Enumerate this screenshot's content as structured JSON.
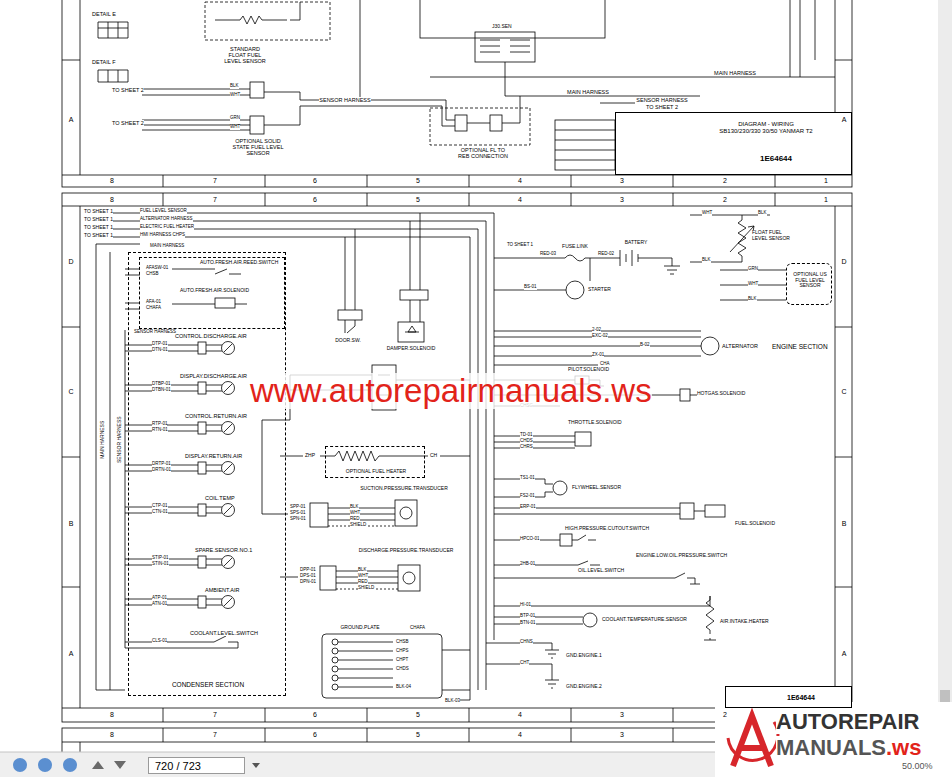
{
  "diagram": {
    "nodes": [
      {
        "text": [
          "DIAGRAM - WIRING SB130/230/330 30/50 YANMAR T2",
          "1E64644"
        ]
      },
      {
        "text": [
          "CONDENSER SECTION"
        ]
      },
      {
        "text": [
          "AUTO.FRESH.AIR.REED.SWITCH",
          "AUTO.FRESH.AIR.SOLENOID"
        ],
        "in": 1
      },
      {
        "text": [
          "OPTIONAL US FUEL LEVEL SENSOR"
        ]
      },
      {
        "text": [
          "OPTIONAL FUEL HEATER"
        ]
      },
      {
        "text": [
          "1E64644"
        ]
      },
      {
        "text": [
          "720 / 723"
        ]
      }
    ],
    "labels": [
      "8",
      "7",
      "6",
      "5",
      "4",
      "3",
      "2",
      "1",
      "A",
      "A",
      "DETAIL E",
      "DETAIL F",
      "STANDARD FLOAT FUEL LEVEL SENSOR",
      "TO SHEET 2",
      "BLK",
      "WHT",
      "SENSOR HARNESS",
      "TO SHEET 2",
      "GRN",
      "WHT",
      "OPTIONAL SOLID STATE FUEL LEVEL SENSOR",
      "OPTIONAL FL TO REB CONNECTION",
      "J30.SEN",
      "MAIN HARNESS",
      "MAIN HARNESS",
      "SENSOR HARNESS",
      "TO SHEET 2",
      "8",
      "7",
      "6",
      "5",
      "4",
      "3",
      "2",
      "1",
      "8",
      "7",
      "6",
      "5",
      "4",
      "3",
      "2",
      "1",
      "D",
      "C",
      "B",
      "A",
      "D",
      "C",
      "B",
      "A",
      "TO SHEET 1",
      "TO SHEET 1",
      "TO SHEET 1",
      "TO SHEET 1",
      "FUEL LEVEL SENSOR",
      "ALTERNATOR HARNESS",
      "ELECTRIC FUEL HEATER",
      "HMI HARNESS CHPS",
      "MAIN HARNESS",
      "MAIN HARNESS",
      "SENSOR HARNESS",
      "AFASW-01",
      "CHSB",
      "AFA-01",
      "CHAFA",
      "SENSOR HARNESS",
      "CONTROL.DISCHARGE.AIR",
      "DTP-01",
      "DTN-01",
      "DISPLAY.DISCHARGE.AIR",
      "DTBP-01",
      "DTBN-01",
      "CONTROL.RETURN.AIR",
      "RTP-01",
      "RTN-01",
      "DISPLAY.RETURN.AIR",
      "DRTP-01",
      "DRTN-01",
      "COIL.TEMP",
      "CTP-01",
      "CTN-01",
      "SPARE.SENSOR.NO.1",
      "STIP-01",
      "STIN-01",
      "AMBIENT.AIR",
      "ATP-01",
      "ATN-01",
      "COOLANT.LEVEL.SWITCH",
      "CLS-01",
      "DOOR.SW.",
      "DAMPER.SOLENOID",
      "ZHP",
      "CH",
      "SUCTION.PRESSURE.TRANSDUCER",
      "SPP-01",
      "SPS-01",
      "SPN-01",
      "BLK",
      "WHT",
      "RED",
      "SHIELD",
      "DISCHARGE.PRESSURE.TRANSDUCER",
      "DPP-01",
      "DPS-01",
      "DPN-01",
      "BLK",
      "WHT",
      "RED",
      "SHIELD",
      "GROUND.PLATE",
      "CHAFA",
      "CHSB",
      "CHPS",
      "CHPT",
      "CHDS",
      "BLK-04",
      "BLK-03",
      "TO SHEET 1",
      "RED-03",
      "FUSE.LINK",
      "RED-02",
      "BATTERY",
      "BS-01",
      "STARTER",
      "WHT",
      "BLK",
      "FLOAT FUEL LEVEL SENSOR",
      "BLK",
      "GRN",
      "WHT",
      "BLK",
      "2-02",
      "EXC-02",
      "B-02",
      "ZX-01",
      "CHA",
      "ALTERNATOR",
      "ENGINE SECTION",
      "PILOT.SOLENOID",
      "HOTGAS.SOLENOID",
      "CHSG",
      "THROTTLE.SOLENOID",
      "TD-01",
      "CHDS",
      "CHRS",
      "TS1-01",
      "FLYWHEEL.SENSOR",
      "FS2-01",
      "ERP-01",
      "HIGH.PRESSURE.CUTOUT.SWITCH",
      "HPCO-01",
      "FUEL.SOLENOID",
      "ENGINE.LOW.OIL.PRESSURE.SWITCH",
      "2HB-01",
      "OIL.LEVEL.SWITCH",
      "HI-01",
      "BTP-01",
      "BTN-01",
      "COOLANT.TEMPERATURE.SENSOR",
      "AIR.INTAKE.HEATER",
      "CHNS",
      "CHT",
      "GND.ENGINE.1",
      "GND.ENGINE.2",
      "8",
      "7",
      "6",
      "5",
      "4",
      "3",
      "www.autorepairmanuals.ws",
      "AUTOREPAIR",
      "MANUALS",
      ".ws",
      "50.00%"
    ]
  }
}
